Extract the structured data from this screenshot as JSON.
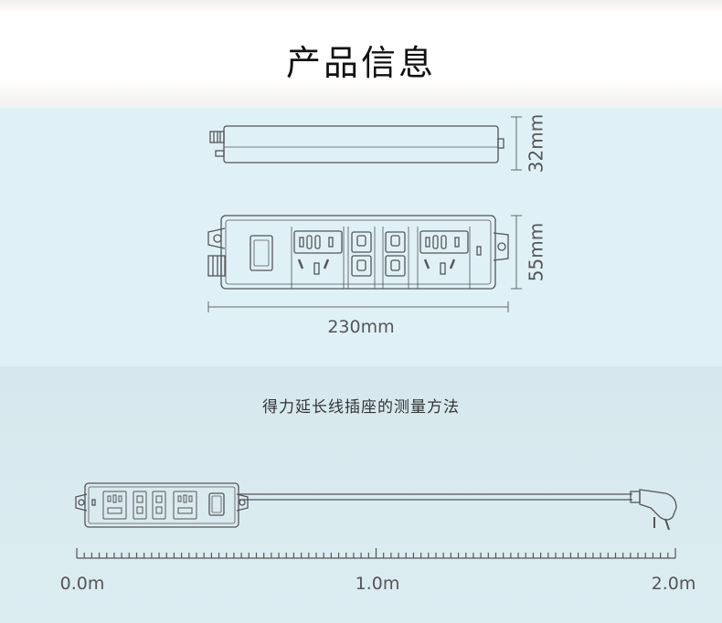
{
  "title": "产品信息",
  "dimensions": {
    "height": "32mm",
    "width": "55mm",
    "length": "230mm"
  },
  "caption": "得力延长线插座的测量方法",
  "ruler": {
    "start": "0.0m",
    "middle": "1.0m",
    "end": "2.0m"
  },
  "colors": {
    "panel_top": "#dff1f7",
    "panel_bottom": "#d6e8ed",
    "line": "#555555"
  },
  "icons": [
    "switch-icon",
    "socket-icon",
    "plug-icon"
  ]
}
